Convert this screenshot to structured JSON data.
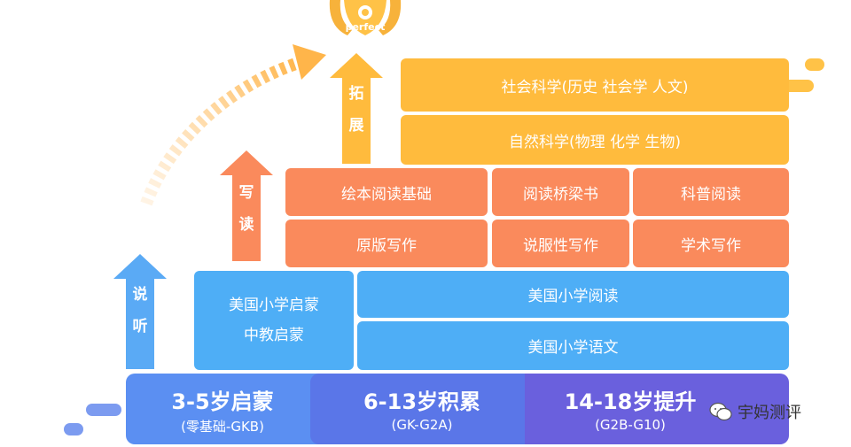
{
  "medal": {
    "text": "perfect"
  },
  "arrows": {
    "listen_speak": [
      "说",
      "听"
    ],
    "read_write": [
      "写",
      "读"
    ],
    "expand": [
      "拓",
      "展"
    ]
  },
  "yellow_tier": {
    "social": "社会科学(历史 社会学 人文)",
    "natural": "自然科学(物理 化学 生物)"
  },
  "orange_tier": {
    "row1": [
      "绘本阅读基础",
      "阅读桥梁书",
      "科普阅读"
    ],
    "row2": [
      "原版写作",
      "说服性写作",
      "学术写作"
    ]
  },
  "blue_tier": {
    "left_line1": "美国小学启蒙",
    "left_line2": "中教启蒙",
    "reading": "美国小学阅读",
    "language": "美国小学语文"
  },
  "base": {
    "stage1": {
      "main": "3-5岁启蒙",
      "sub": "(零基础-GKB)"
    },
    "stage2": {
      "main": "6-13岁积累",
      "sub": "(GK-G2A)"
    },
    "stage3": {
      "main": "14-18岁提升",
      "sub": "(G2B-G10)"
    }
  },
  "watermark": {
    "text": "宇妈测评"
  },
  "colors": {
    "yellow": "#ffbb3d",
    "orange": "#fa8a5c",
    "blue": "#4eaef6",
    "base_light": "#5b8ff2",
    "base_mid": "#5a76e8",
    "base_dark": "#6a60dd"
  }
}
